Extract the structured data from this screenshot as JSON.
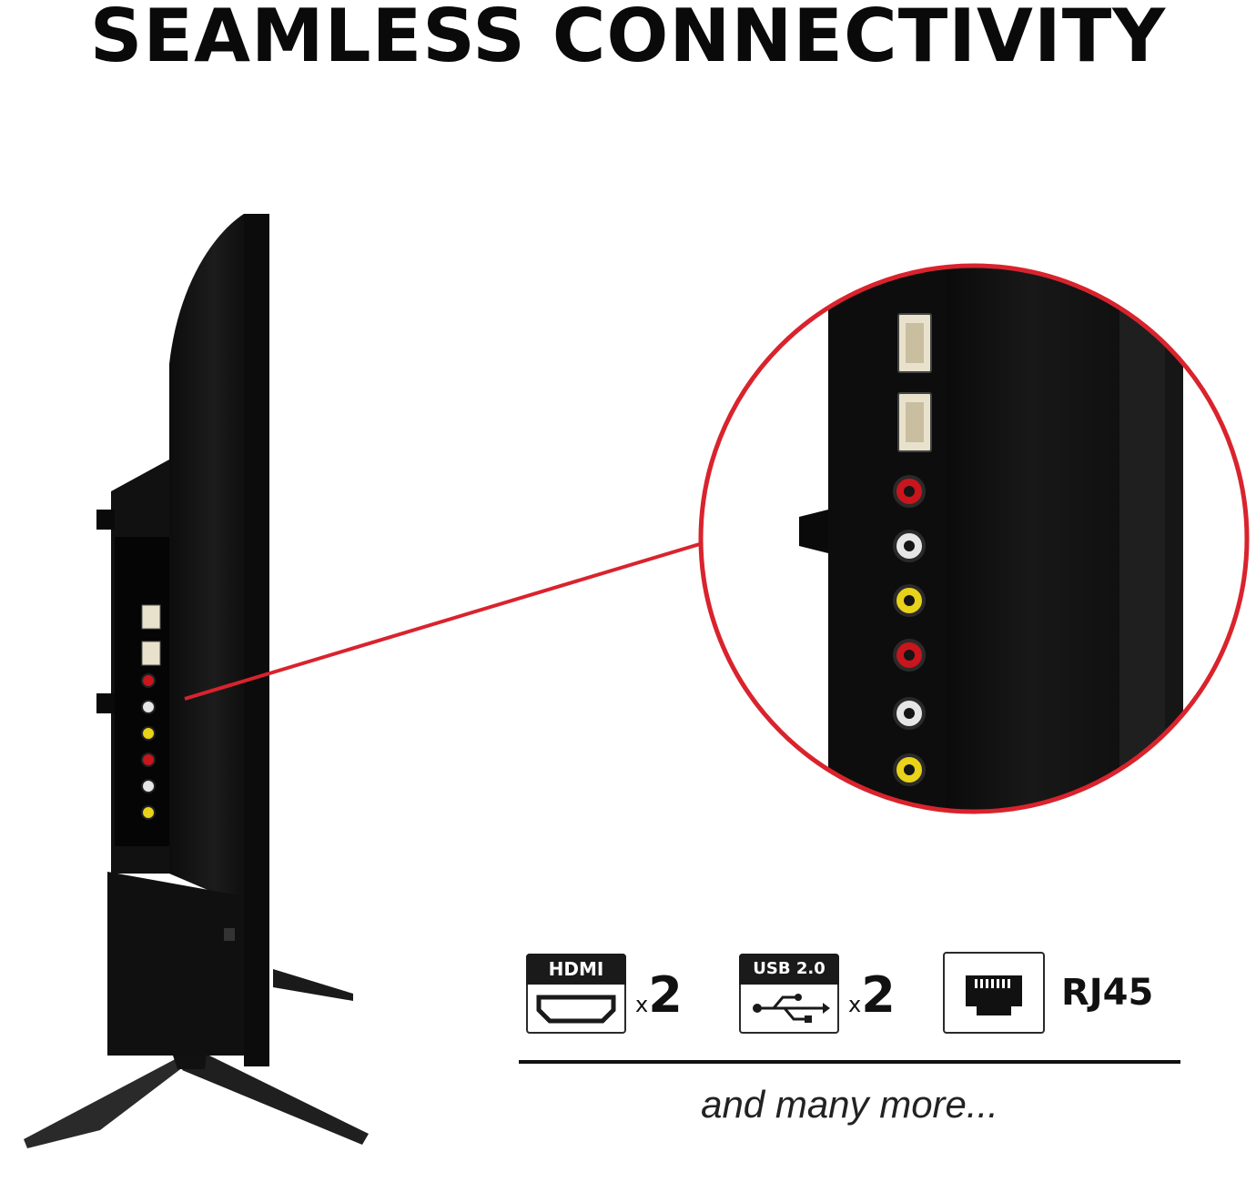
{
  "headline": "SEAMLESS CONNECTIVITY",
  "ports": [
    {
      "icon": "hdmi-icon",
      "label": "HDMI",
      "multiplier_symbol": "x",
      "count": "2"
    },
    {
      "icon": "usb-icon",
      "label": "USB 2.0",
      "multiplier_symbol": "x",
      "count": "2"
    },
    {
      "icon": "ethernet-port-icon",
      "label": "RJ45"
    }
  ],
  "footer_text": "and many more...",
  "colors": {
    "accent_red": "#d9232d",
    "tv_body": "#141414",
    "rca_red": "#c8151e",
    "rca_white": "#e6e6e6",
    "rca_yellow": "#e8d21a"
  }
}
